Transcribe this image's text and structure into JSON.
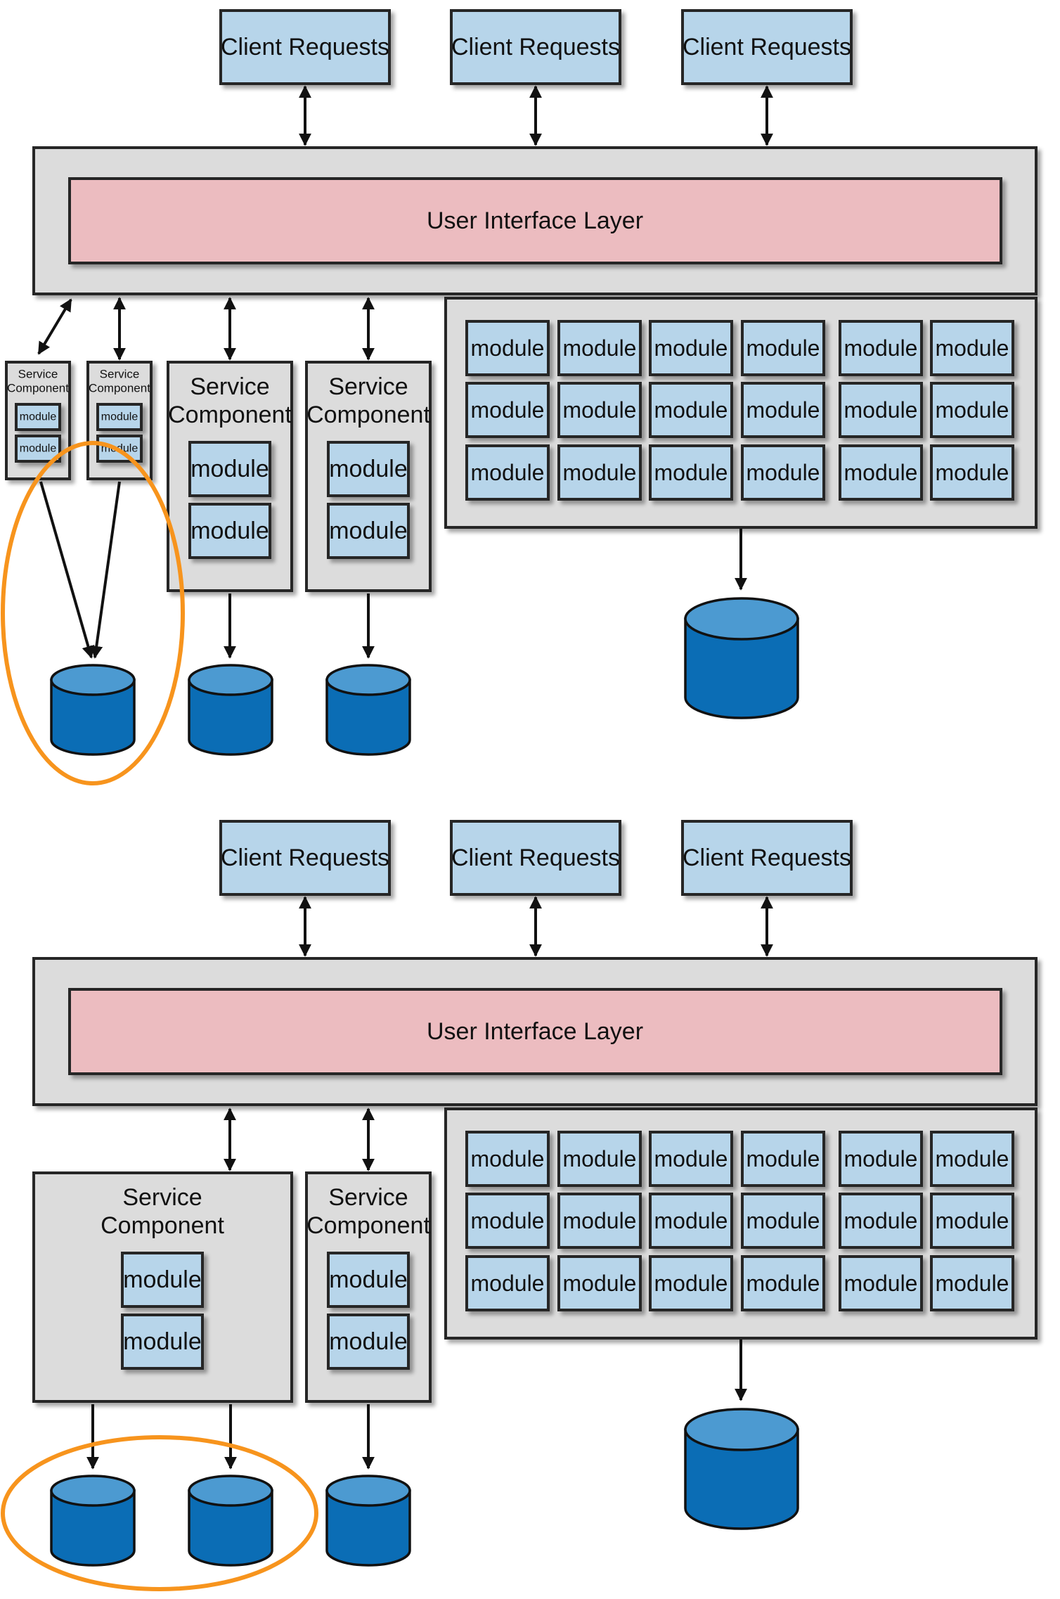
{
  "panels": [
    {
      "client_requests": [
        "Client Requests",
        "Client Requests",
        "Client Requests"
      ],
      "ui_layer": "User Interface Layer",
      "service_components": [
        {
          "title": "Service Component",
          "modules": [
            "module",
            "module"
          ]
        },
        {
          "title": "Service Component",
          "modules": [
            "module",
            "module"
          ]
        },
        {
          "title": "Service Component",
          "modules": [
            "module",
            "module"
          ]
        },
        {
          "title": "Service Component",
          "modules": [
            "module",
            "module"
          ]
        }
      ],
      "module_grid": [
        [
          "module",
          "module",
          "module",
          "module",
          "module",
          "module"
        ],
        [
          "module",
          "module",
          "module",
          "module",
          "module",
          "module"
        ],
        [
          "module",
          "module",
          "module",
          "module",
          "module",
          "module"
        ]
      ]
    },
    {
      "client_requests": [
        "Client Requests",
        "Client Requests",
        "Client Requests"
      ],
      "ui_layer": "User Interface Layer",
      "service_components": [
        {
          "title": "Service Component",
          "modules": [
            "module",
            "module"
          ]
        },
        {
          "title": "Service Component",
          "modules": [
            "module",
            "module"
          ]
        }
      ],
      "module_grid": [
        [
          "module",
          "module",
          "module",
          "module",
          "module",
          "module"
        ],
        [
          "module",
          "module",
          "module",
          "module",
          "module",
          "module"
        ],
        [
          "module",
          "module",
          "module",
          "module",
          "module",
          "module"
        ]
      ]
    }
  ],
  "colors": {
    "client_fill": "#b7d5ea",
    "ui_fill": "#ecbcc0",
    "container_fill": "#dcdcdc",
    "database_fill": "#0b6db5",
    "database_top": "#4c9ad1",
    "highlight": "#f7941d"
  }
}
